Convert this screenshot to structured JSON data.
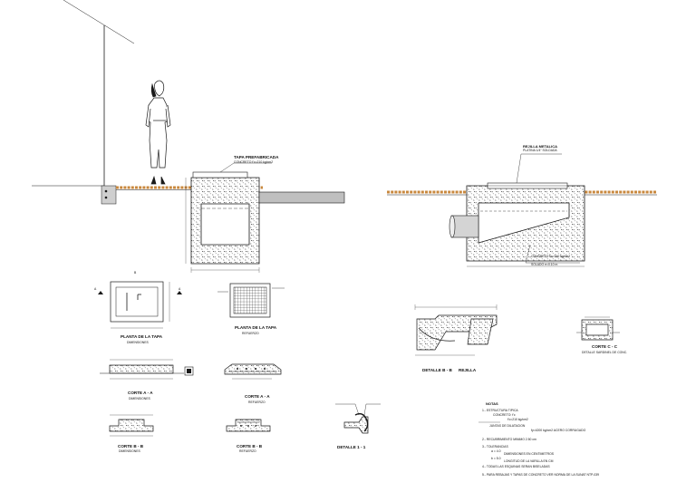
{
  "labels": {
    "tapa_top": "TAPA PREFABRICADA",
    "tapa_sub": "CONCRETO f'c=210 kg/cm2",
    "grille_top": "REJILLA METALICA",
    "grille_sub": "PLATINA 1/4\" SOLDADA",
    "channel_note": "CONCRETO f'c=140 kg/cm2",
    "channel_note2": "SOLADO e=0.10 m",
    "plan_title": "PLANTA DE LA TAPA",
    "plan_sub": "DIMENSIONES",
    "refuerzo_title": "PLANTA DE LA TAPA",
    "refuerzo_sub": "REFUERZO",
    "corte_a1_title": "CORTE A - A",
    "corte_a1_sub": "DIMENSIONES",
    "corte_a2_title": "CORTE A - A",
    "corte_a2_sub": "REFUERZO",
    "corte_b1_title": "CORTE B - B",
    "corte_b1_sub": "DIMENSIONES",
    "corte_b2_title": "CORTE B - B",
    "corte_b2_sub": "REFUERZO",
    "detalle_1_title": "DETALLE 1 - 1",
    "detalle_b_title": "DETALLE B - B",
    "detalle_b_sub": "REJILLA",
    "corte_c_title": "CORTE C - C",
    "corte_c_sub": "DETALLE SARDINEL DE CONC.",
    "section_a_mark": "A",
    "section_b_mark": "B"
  },
  "notes": {
    "heading": "NOTAS",
    "items": [
      "1.- ESTRUCTURA TIPICA",
      "CONCRETO: f'c",
      "f'c=210 kg/cm2",
      "JUNTAS DE DILATACION",
      "fy=4200 kg/cm2 ACERO CORRUGADO",
      "2.- RECUBRIMIENTO MINIMO 2.50 cm",
      "3.- TOLERANCIAS",
      "a = 4.0",
      "DIMENSIONES EN CENTIMETROS",
      "b = 5.0",
      "LONGITUD DE LA VARILLA EN CM",
      "4.- TODAS LAS ESQUINAS SERAN BISELADAS",
      "5.- PARA REBAJAS Y TAPAS DE CONCRETO VER NORMA DE LA SUNAT NTP-039"
    ]
  },
  "colors": {
    "line": "#1a1a1a",
    "ground": "#c9883e",
    "slab": "#bfbfbf",
    "concrete_fill": "#ffffff"
  }
}
